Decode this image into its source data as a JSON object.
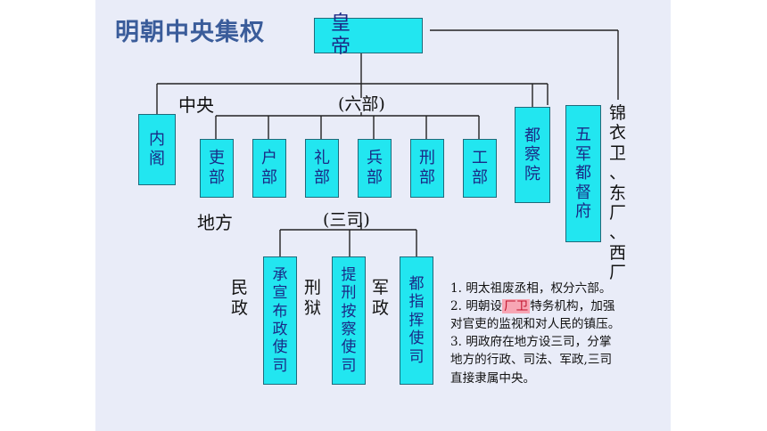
{
  "title": "明朝中央集权",
  "emperor": "皇 帝",
  "central_label": "中央",
  "liubu_label": "(六部)",
  "local_label": "地方",
  "sansi_label": "(三司)",
  "neige": "内阁",
  "six_ministries": [
    "吏部",
    "户部",
    "礼部",
    "兵部",
    "刑部",
    "工部"
  ],
  "duchayuan": "都察院",
  "wujun": "五军都督府",
  "secret_police": "锦衣卫、东厂、西厂",
  "three_offices": [
    {
      "domain": "民政",
      "office": "承宣布政使司"
    },
    {
      "domain": "刑狱",
      "office": "提刑按察使司"
    },
    {
      "domain": "军政",
      "office": "都指挥使司"
    }
  ],
  "notes": {
    "line1": "1. 明太祖废丞相，权分六部。",
    "line2_pre": "2. 明朝设",
    "line2_hl": "厂卫",
    "line2_post": "特务机构，加强",
    "line3": "对官吏的监视和对人民的镇压。",
    "line4": "3. 明政府在地方设三司，分掌",
    "line5": "地方的行政、司法、军政,三司",
    "line6": "直接隶属中央。"
  },
  "colors": {
    "box_fill": "#22e6f0",
    "box_text": "#1a2a86",
    "title": "#3a5c9a",
    "highlight": "#f7a6b4"
  }
}
